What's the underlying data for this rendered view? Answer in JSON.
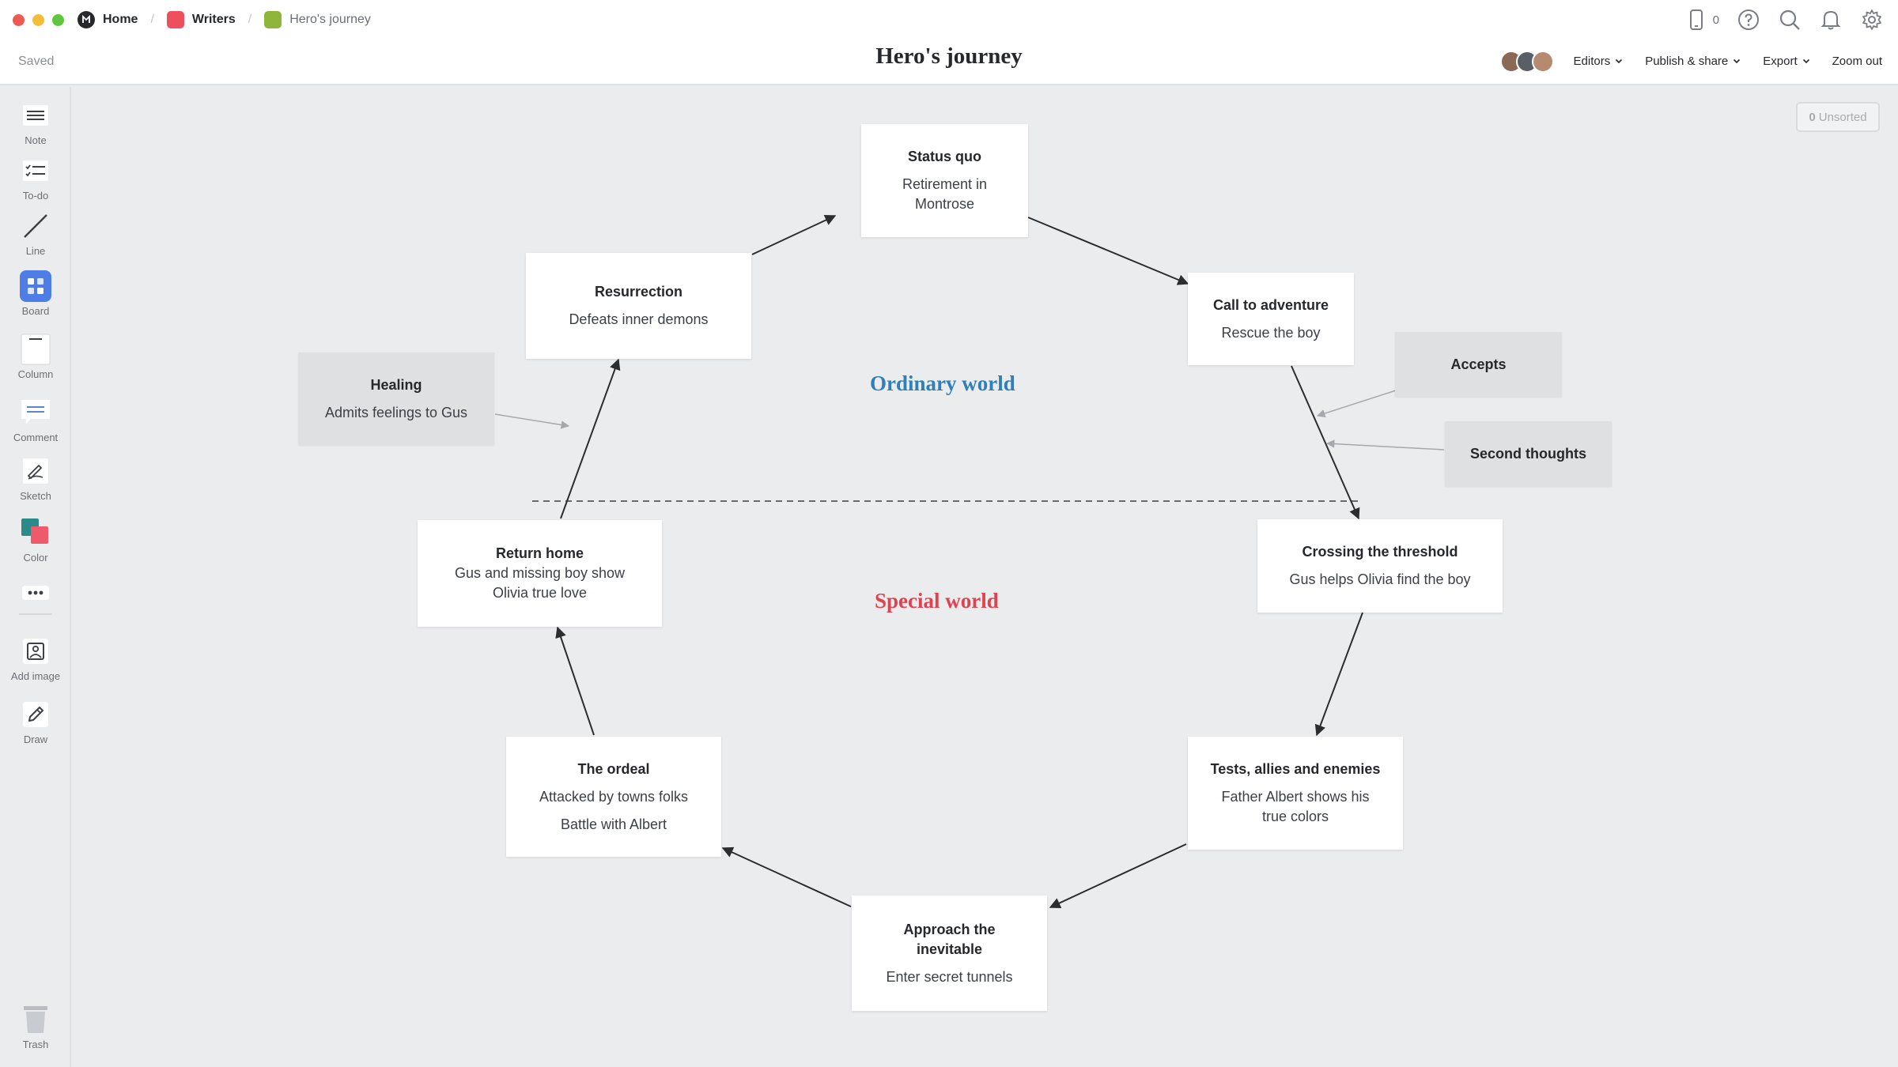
{
  "window": {
    "traffic_colors": [
      "#ee5a52",
      "#f5bd35",
      "#5fc63d"
    ]
  },
  "breadcrumbs": [
    {
      "label": "Home",
      "icon": "milanote-logo-icon",
      "color": "#26282c"
    },
    {
      "label": "Writers",
      "icon": "board-color-swatch-icon",
      "color": "#ee4f5e"
    },
    {
      "label": "Hero's journey",
      "icon": "board-color-swatch-icon",
      "color": "#8fb63a"
    }
  ],
  "status": {
    "saved": "Saved"
  },
  "document": {
    "title": "Hero's journey"
  },
  "top_icons": {
    "phone_count": "0"
  },
  "menus": {
    "editors": "Editors",
    "publish": "Publish & share",
    "export": "Export",
    "zoom": "Zoom out"
  },
  "avatar_colors": [
    "#8a6a55",
    "#5a5f66",
    "#b58a6e"
  ],
  "toolbar": {
    "note": "Note",
    "todo": "To-do",
    "line": "Line",
    "board": "Board",
    "column": "Column",
    "comment": "Comment",
    "sketch": "Sketch",
    "color": "Color",
    "add_image": "Add image",
    "draw": "Draw",
    "trash": "Trash"
  },
  "unsorted": {
    "count": "0",
    "label": "Unsorted"
  },
  "sections": {
    "ordinary": {
      "label": "Ordinary world",
      "color": "#2f7fb8"
    },
    "special": {
      "label": "Special world",
      "color": "#e0424f"
    }
  },
  "cards": {
    "status_quo": {
      "title": "Status quo",
      "body": [
        "Retirement in",
        "Montrose"
      ]
    },
    "call": {
      "title": "Call to adventure",
      "body": [
        "Rescue the boy"
      ]
    },
    "crossing": {
      "title": "Crossing the threshold",
      "body": [
        "Gus helps Olivia find the boy"
      ]
    },
    "tests": {
      "title": "Tests, allies and enemies",
      "body": [
        "Father Albert shows his",
        "true colors"
      ]
    },
    "approach": {
      "title": [
        "Approach the",
        "inevitable"
      ],
      "body": [
        "Enter secret tunnels"
      ]
    },
    "ordeal": {
      "title": "The ordeal",
      "body": [
        "Attacked by towns folks",
        "Battle with Albert"
      ]
    },
    "return": {
      "title": "Return home",
      "body": [
        "Gus and missing boy show",
        "Olivia true love"
      ]
    },
    "resurrection": {
      "title": "Resurrection",
      "body": [
        "Defeats inner demons"
      ]
    },
    "healing": {
      "title": "Healing",
      "body": [
        "Admits feelings to Gus"
      ]
    },
    "accepts": {
      "title": "Accepts"
    },
    "second": {
      "title": "Second thoughts"
    }
  }
}
